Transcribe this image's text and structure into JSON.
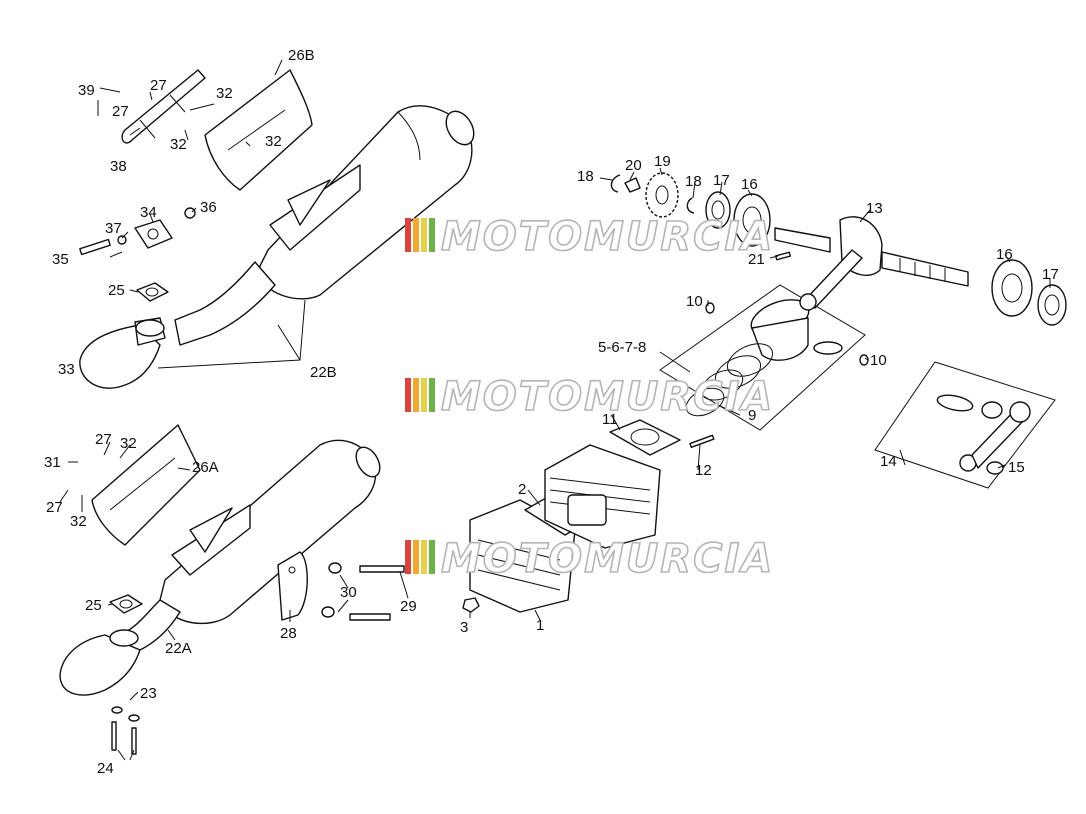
{
  "watermark": {
    "text": "MOTOMURCIA",
    "stripe_colors": [
      "#d9443c",
      "#f0a830",
      "#e7d04a",
      "#6cb24a",
      "#b8b8b8"
    ]
  },
  "labels": [
    {
      "id": "39",
      "text": "39"
    },
    {
      "id": "27a",
      "text": "27"
    },
    {
      "id": "27b",
      "text": "27"
    },
    {
      "id": "38",
      "text": "38"
    },
    {
      "id": "32a",
      "text": "32"
    },
    {
      "id": "32b",
      "text": "32"
    },
    {
      "id": "32c",
      "text": "32"
    },
    {
      "id": "26B",
      "text": "26B"
    },
    {
      "id": "34",
      "text": "34"
    },
    {
      "id": "36",
      "text": "36"
    },
    {
      "id": "37",
      "text": "37"
    },
    {
      "id": "35",
      "text": "35"
    },
    {
      "id": "25a",
      "text": "25"
    },
    {
      "id": "33",
      "text": "33"
    },
    {
      "id": "22B",
      "text": "22B"
    },
    {
      "id": "18a",
      "text": "18"
    },
    {
      "id": "20",
      "text": "20"
    },
    {
      "id": "19",
      "text": "19"
    },
    {
      "id": "18b",
      "text": "18"
    },
    {
      "id": "17a",
      "text": "17"
    },
    {
      "id": "16a",
      "text": "16"
    },
    {
      "id": "13",
      "text": "13"
    },
    {
      "id": "21",
      "text": "21"
    },
    {
      "id": "16b",
      "text": "16"
    },
    {
      "id": "17b",
      "text": "17"
    },
    {
      "id": "10a",
      "text": "10"
    },
    {
      "id": "5678",
      "text": "5-6-7-8"
    },
    {
      "id": "10b",
      "text": "10"
    },
    {
      "id": "9",
      "text": "9"
    },
    {
      "id": "11",
      "text": "11"
    },
    {
      "id": "12",
      "text": "12"
    },
    {
      "id": "14",
      "text": "14"
    },
    {
      "id": "15",
      "text": "15"
    },
    {
      "id": "2",
      "text": "2"
    },
    {
      "id": "1",
      "text": "1"
    },
    {
      "id": "3",
      "text": "3"
    },
    {
      "id": "31",
      "text": "31"
    },
    {
      "id": "27c",
      "text": "27"
    },
    {
      "id": "32d",
      "text": "32"
    },
    {
      "id": "27d",
      "text": "27"
    },
    {
      "id": "32e",
      "text": "32"
    },
    {
      "id": "26A",
      "text": "26A"
    },
    {
      "id": "30",
      "text": "30"
    },
    {
      "id": "29",
      "text": "29"
    },
    {
      "id": "28",
      "text": "28"
    },
    {
      "id": "25b",
      "text": "25"
    },
    {
      "id": "22A",
      "text": "22A"
    },
    {
      "id": "23",
      "text": "23"
    },
    {
      "id": "24",
      "text": "24"
    }
  ]
}
